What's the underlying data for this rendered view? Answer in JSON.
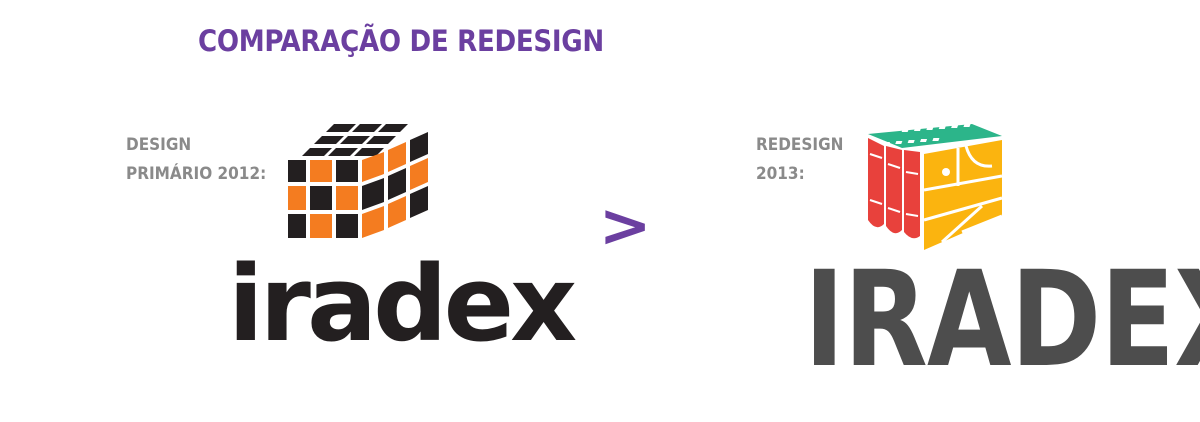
{
  "title": "COMPARAÇÃO DE REDESIGN",
  "left": {
    "caption_line1": "DESIGN",
    "caption_line2": "PRIMÁRIO 2012:",
    "wordmark": "iradex"
  },
  "right": {
    "caption_line1": "REDESIGN",
    "caption_line2": "2013:",
    "wordmark": "IRADEX"
  },
  "comparison_symbol": ">",
  "colors": {
    "accent_purple": "#6b3fa0",
    "caption_gray": "#8a8a8a",
    "old_orange": "#f47c20",
    "old_black": "#231f20",
    "new_green": "#2cb58a",
    "new_red": "#e8413c",
    "new_yellow": "#fbb40f",
    "new_wordmark": "#4d4d4d"
  }
}
